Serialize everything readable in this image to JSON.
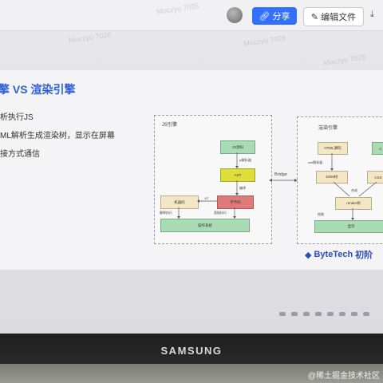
{
  "toolbar": {
    "share_label": "分享",
    "edit_label": "编辑文件"
  },
  "watermarks": [
    "Moczyu 7026",
    "Moczyu 7026",
    "Moczyu 7026",
    "Moczyu 7026"
  ],
  "slide": {
    "title": "擎 VS 渲染引擎",
    "bullets": [
      "析执行JS",
      "ML解析生成渲染树，显示在屏幕",
      "接方式通信"
    ],
    "diagram": {
      "js_panel_title": "JS引擎",
      "render_panel_title": "渲染引擎",
      "bridge_label": "Bridge",
      "js_boxes": [
        "JS源码",
        "AST",
        "字节码",
        "机器码",
        "操作系统"
      ],
      "js_labels": [
        "js解析器",
        "编译",
        "解释执行",
        "直接执行",
        "JIT"
      ],
      "render_boxes": [
        "HTML源码",
        "DOM树",
        "render树",
        "显示",
        "C",
        "CSS"
      ],
      "render_labels": [
        "xml解析器",
        "合成",
        "绘制"
      ]
    },
    "brand": "ByteTech",
    "brand_suffix": "初阶"
  },
  "monitor": {
    "brand": "SAMSUNG"
  },
  "credit": "@稀土掘金技术社区",
  "colors": {
    "accent": "#3370ff",
    "title": "#2f5fd6",
    "green_box": "#a9dcb4",
    "yellow_box": "#dede3a",
    "red_box": "#e07a78",
    "tan_box": "#f3e7c4"
  }
}
